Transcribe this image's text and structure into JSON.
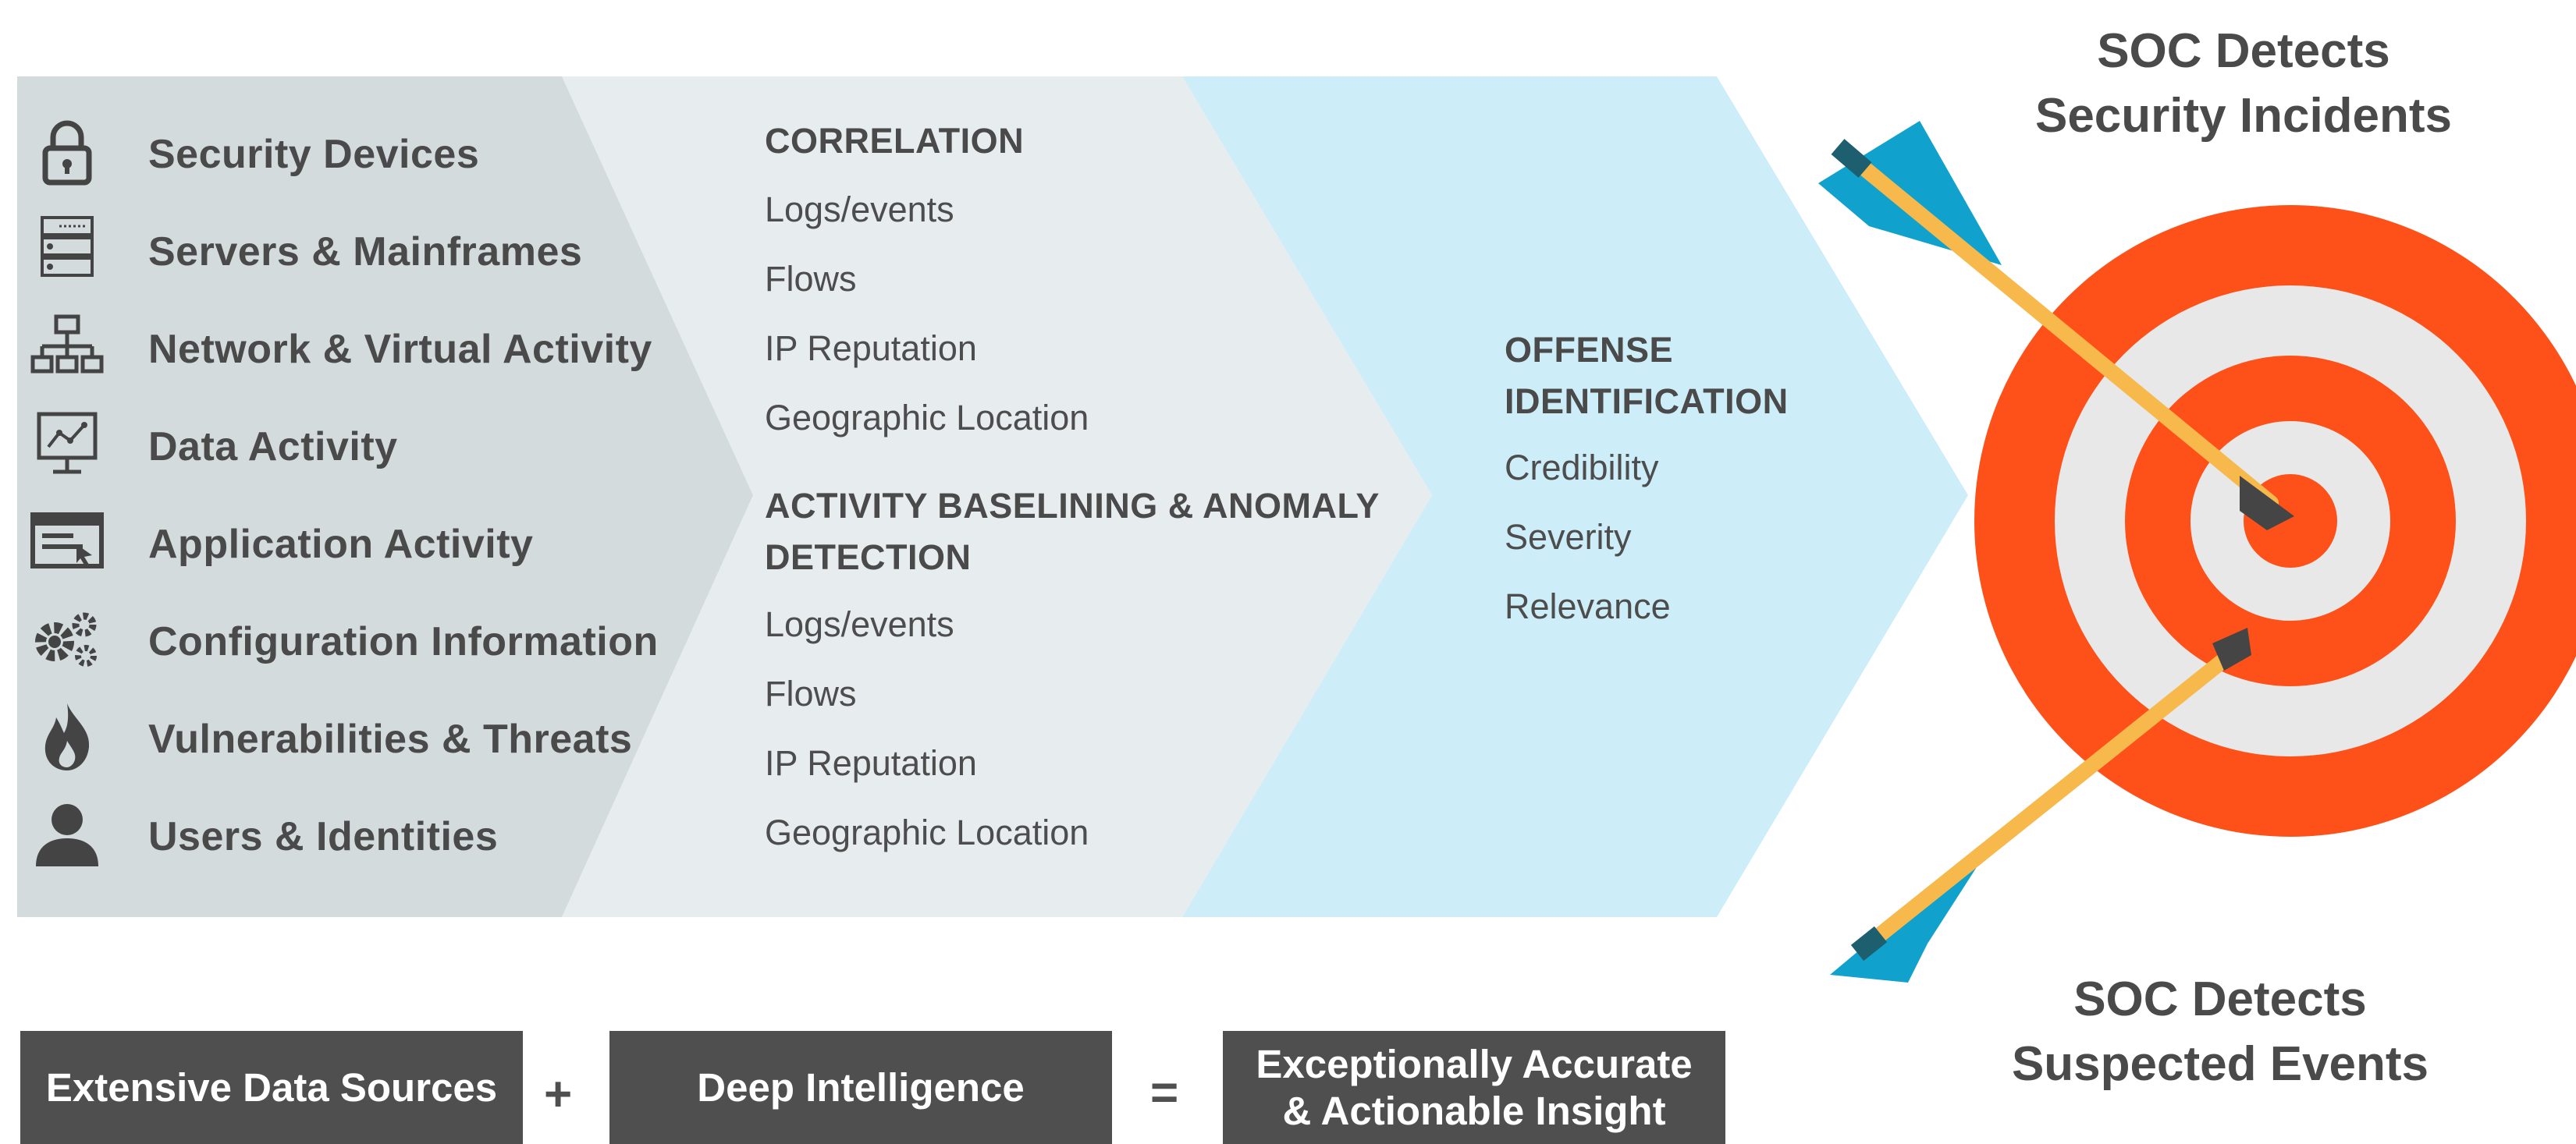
{
  "sources": [
    {
      "label": "Security Devices",
      "icon": "lock-icon"
    },
    {
      "label": "Servers & Mainframes",
      "icon": "server-icon"
    },
    {
      "label": "Network & Virtual Activity",
      "icon": "network-icon"
    },
    {
      "label": "Data Activity",
      "icon": "chart-monitor-icon"
    },
    {
      "label": "Application Activity",
      "icon": "application-window-icon"
    },
    {
      "label": "Configuration Information",
      "icon": "gears-icon"
    },
    {
      "label": "Vulnerabilities & Threats",
      "icon": "flame-icon"
    },
    {
      "label": "Users & Identities",
      "icon": "user-icon"
    }
  ],
  "correlation": {
    "heading": "CORRELATION",
    "items": [
      "Logs/events",
      "Flows",
      "IP Reputation",
      "Geographic Location"
    ]
  },
  "baselining": {
    "heading_line1": "ACTIVITY BASELINING & ANOMALY",
    "heading_line2": "DETECTION",
    "items": [
      "Logs/events",
      "Flows",
      "IP Reputation",
      "Geographic Location"
    ]
  },
  "offense": {
    "heading_line1": "OFFENSE",
    "heading_line2": "IDENTIFICATION",
    "items": [
      "Credibility",
      "Severity",
      "Relevance"
    ]
  },
  "target": {
    "top_line1": "SOC Detects",
    "top_line2": "Security Incidents",
    "bottom_line1": "SOC Detects",
    "bottom_line2": "Suspected Events"
  },
  "equation": {
    "box1": "Extensive Data Sources",
    "plus": "+",
    "box2": "Deep Intelligence",
    "equals": "=",
    "box3_line1": "Exceptionally Accurate",
    "box3_line2": "& Actionable Insight"
  },
  "colors": {
    "panel1": "#d3dbdd",
    "panel2": "#e7ecef",
    "panel3": "#cdeef8",
    "target_red": "#fe5119",
    "target_white": "#e8e8e8",
    "arrow_shaft": "#f7b84c",
    "fletching": "#10a2cd",
    "box": "#4f4f4f"
  }
}
